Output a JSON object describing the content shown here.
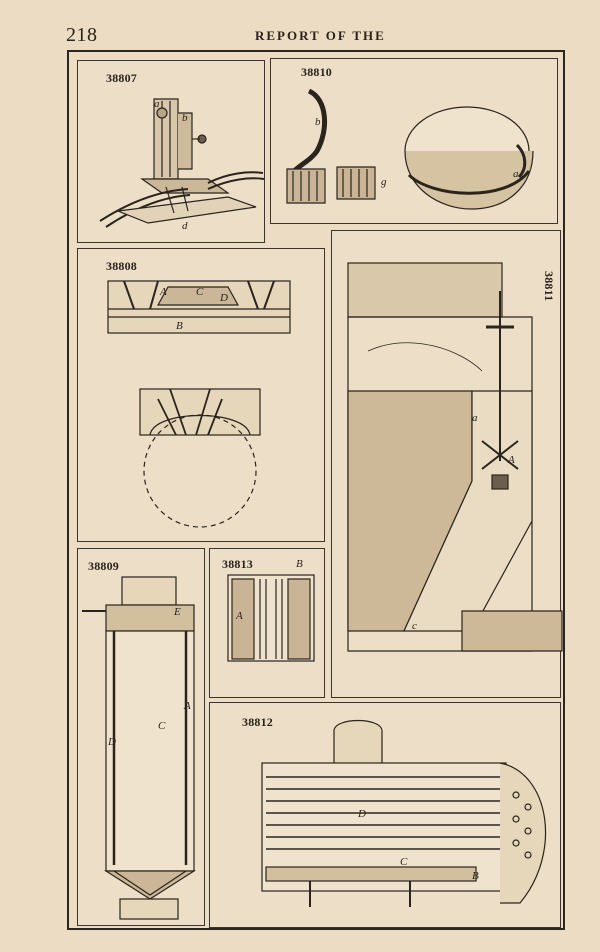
{
  "header": {
    "page_number": "218",
    "running_head": "REPORT OF THE"
  },
  "figures": {
    "fig_38807": {
      "number": "38807",
      "letters": {
        "a": "a",
        "b": "b",
        "d": "d"
      }
    },
    "fig_38810": {
      "number": "38810",
      "letters": {
        "b": "b",
        "g": "g",
        "a": "a"
      }
    },
    "fig_38808": {
      "number": "38808",
      "letters": {
        "A": "A",
        "C": "C",
        "D": "D",
        "B": "B"
      }
    },
    "fig_38811": {
      "number": "38811",
      "letters": {
        "a": "a",
        "A": "A",
        "c": "c"
      }
    },
    "fig_38809": {
      "number": "38809",
      "letters": {
        "E": "E",
        "A": "A",
        "D": "D",
        "C": "C"
      }
    },
    "fig_38813": {
      "number": "38813",
      "letters": {
        "A": "A",
        "B": "B"
      }
    },
    "fig_38812": {
      "number": "38812",
      "letters": {
        "D": "D",
        "C": "C",
        "B": "B"
      }
    }
  }
}
